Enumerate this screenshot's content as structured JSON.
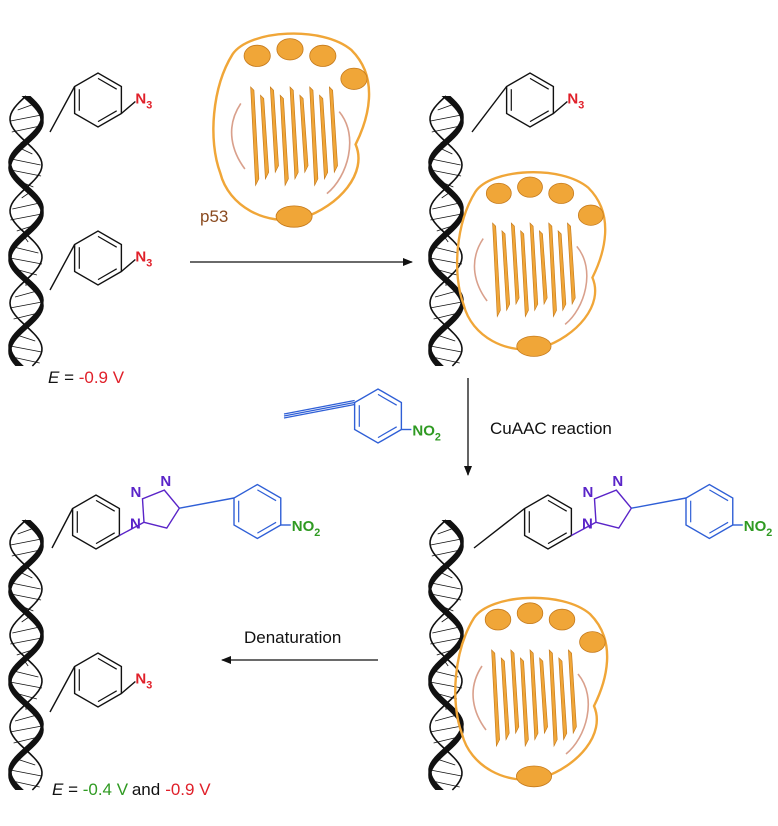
{
  "colors": {
    "black": "#111111",
    "red": "#e0202a",
    "green": "#2f9a22",
    "blue": "#2f5fd6",
    "purple": "#5a24c8",
    "protein": "#f0a638",
    "protein_dark": "#c57a1c",
    "protein_pink": "#d9a08c",
    "p53_text": "#8a4a1f"
  },
  "labels": {
    "azide": "N3",
    "azide_main": "N",
    "azide_sub": "3",
    "nitro_main": "NO",
    "nitro_sub": "2",
    "triazole_n": "N",
    "p53": "p53",
    "cuaac": "CuAAC reaction",
    "denaturation": "Denaturation",
    "energy_symbol": "E",
    "equals": " = ",
    "and": "and",
    "e1": "-0.9 V",
    "e2a": "-0.4 V",
    "e2b": "-0.9 V"
  }
}
